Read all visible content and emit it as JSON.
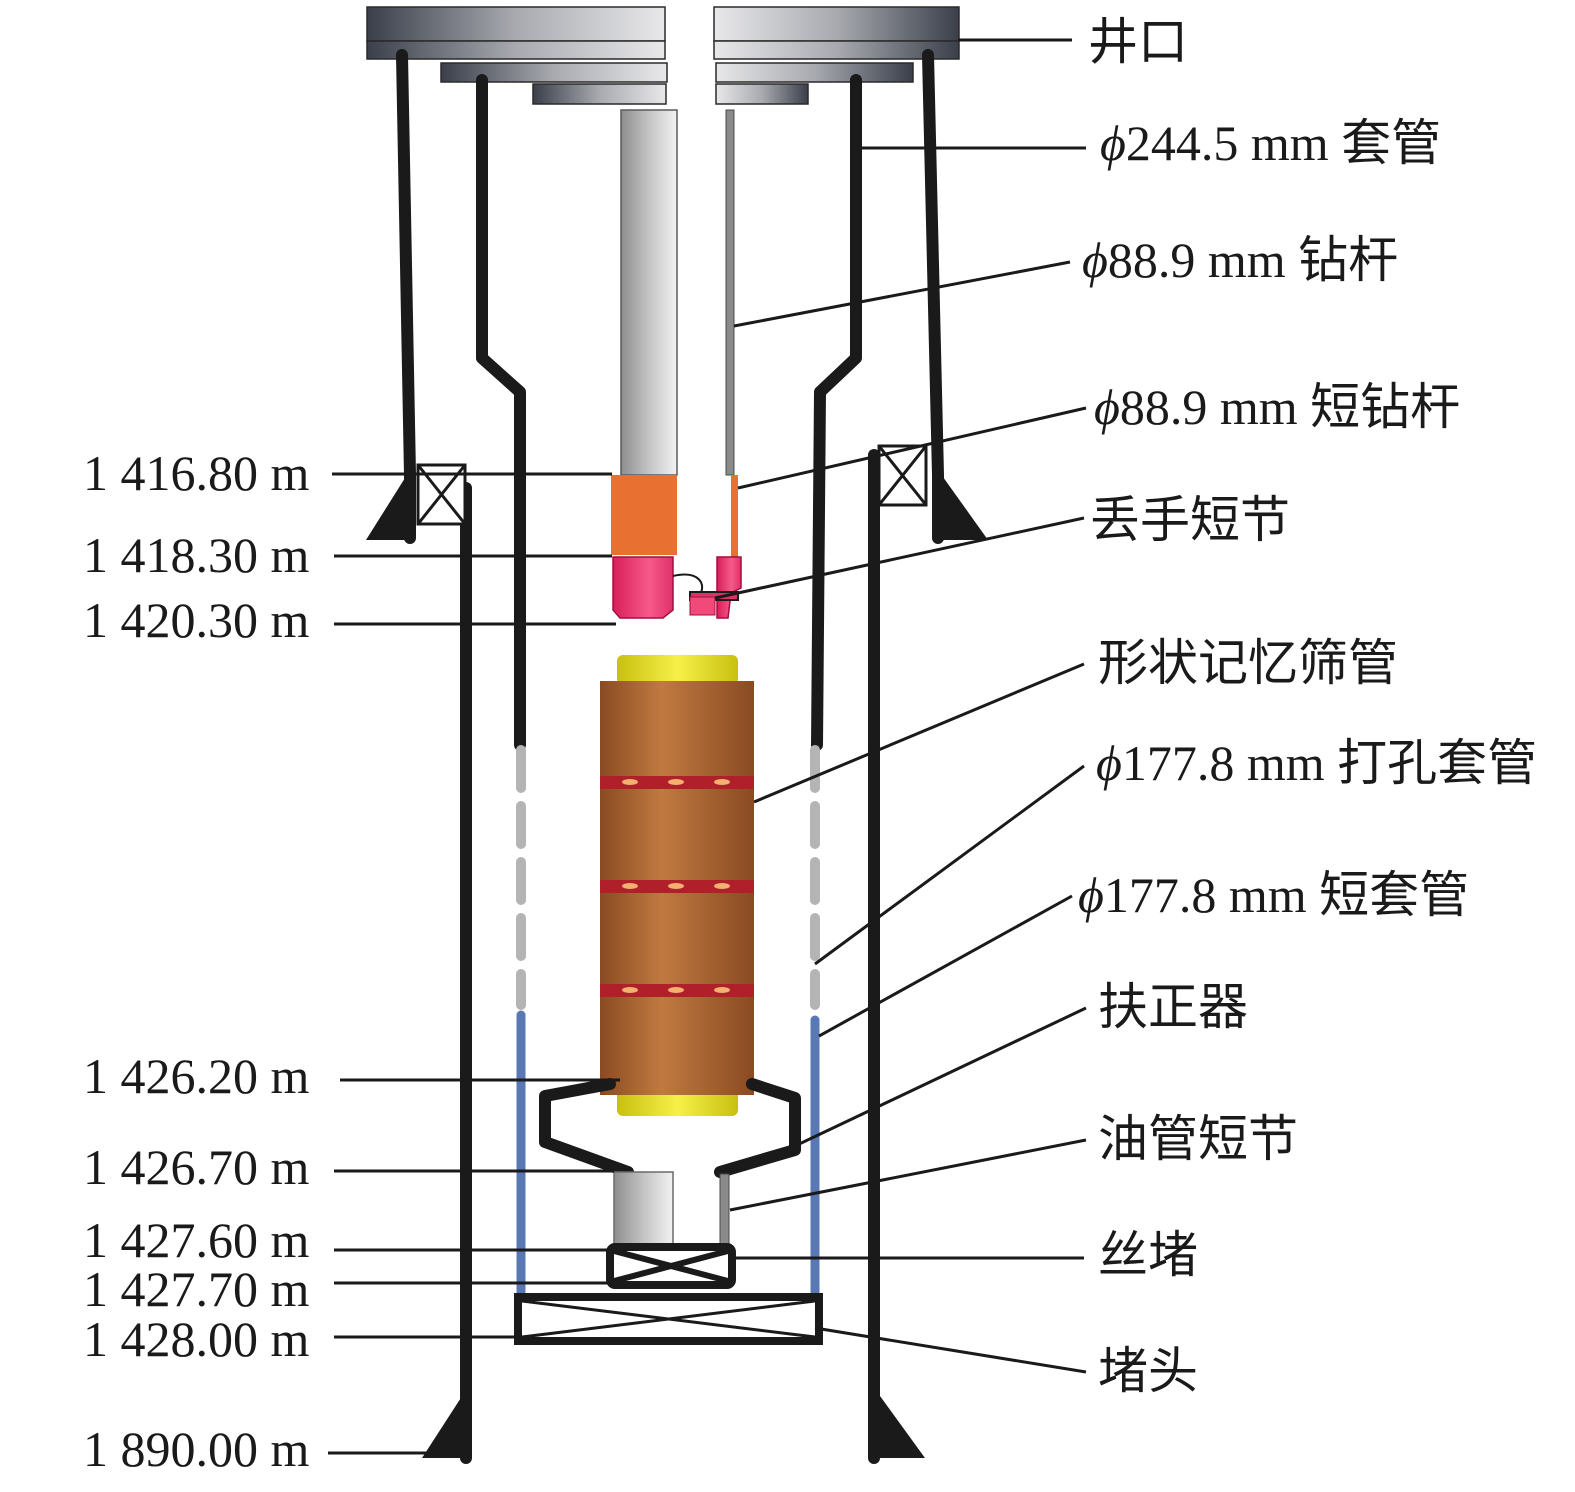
{
  "diagram": {
    "component_labels": [
      {
        "id": "wellhead",
        "text": "井口"
      },
      {
        "id": "casing_244",
        "prefix": "ϕ",
        "text": "244.5 mm 套管"
      },
      {
        "id": "drill_pipe",
        "prefix": "ϕ",
        "text": "88.9 mm 钻杆"
      },
      {
        "id": "short_drill_pipe",
        "prefix": "ϕ",
        "text": "88.9 mm 短钻杆"
      },
      {
        "id": "release_sub",
        "text": "丢手短节"
      },
      {
        "id": "smp_screen",
        "text": "形状记忆筛管"
      },
      {
        "id": "perforated_casing",
        "prefix": "ϕ",
        "text": "177.8 mm 打孔套管"
      },
      {
        "id": "short_casing",
        "prefix": "ϕ",
        "text": "177.8 mm 短套管"
      },
      {
        "id": "centralizer",
        "text": "扶正器"
      },
      {
        "id": "tubing_pup",
        "text": "油管短节"
      },
      {
        "id": "plug",
        "text": "丝堵"
      },
      {
        "id": "bull_plug",
        "text": "堵头"
      }
    ],
    "depth_labels": [
      {
        "id": "d1",
        "text": "1 416.80 m"
      },
      {
        "id": "d2",
        "text": "1 418.30 m"
      },
      {
        "id": "d3",
        "text": "1 420.30 m"
      },
      {
        "id": "d4",
        "text": "1 426.20 m"
      },
      {
        "id": "d5",
        "text": "1 426.70 m"
      },
      {
        "id": "d6",
        "text": "1 427.60 m"
      },
      {
        "id": "d7",
        "text": "1 427.70 m"
      },
      {
        "id": "d8",
        "text": "1 428.00 m"
      },
      {
        "id": "d9",
        "text": "1 890.00 m"
      }
    ],
    "colors": {
      "casing_wall": "#1a1a1a",
      "drill_pipe_gray": "#9a9a9a",
      "short_drill_pipe": "#e87030",
      "release_sub": "#f0306a",
      "screen_body": "#b06430",
      "screen_band": "#b0202a",
      "screen_end": "#e8e020",
      "perforated_casing": "#b4b4b4",
      "short_casing": "#5a78b4"
    }
  }
}
